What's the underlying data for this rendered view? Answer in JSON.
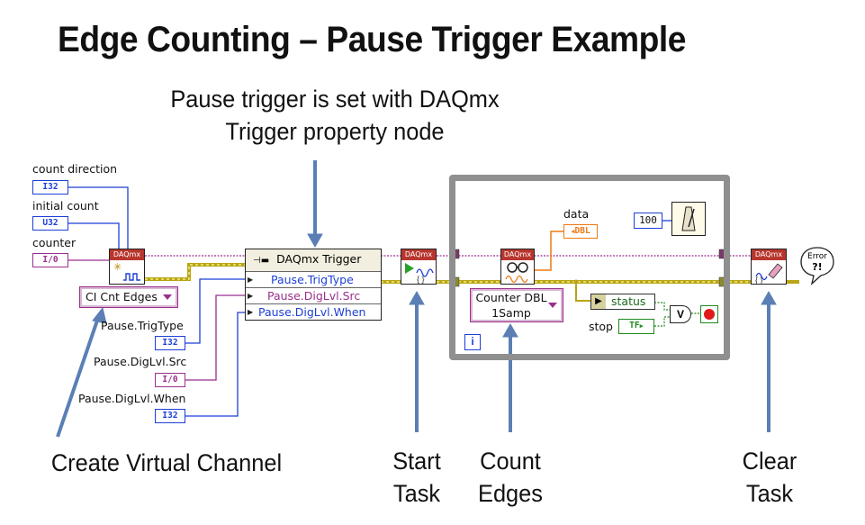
{
  "title": "Edge Counting – Pause Trigger Example",
  "annotations": {
    "pause_note_line1": "Pause trigger is set with DAQmx",
    "pause_note_line2": "Trigger property node",
    "create_channel": "Create Virtual Channel",
    "start_task_line1": "Start",
    "start_task_line2": "Task",
    "count_edges_line1": "Count",
    "count_edges_line2": "Edges",
    "clear_task_line1": "Clear",
    "clear_task_line2": "Task"
  },
  "controls": {
    "count_direction": {
      "label": "count direction",
      "type": "I32"
    },
    "initial_count": {
      "label": "initial count",
      "type": "U32"
    },
    "counter": {
      "label": "counter",
      "type": "I/0"
    },
    "pause_trig_type": {
      "label": "Pause.TrigType",
      "type": "I32"
    },
    "pause_diglvl_src": {
      "label": "Pause.DigLvl.Src",
      "type": "I/0"
    },
    "pause_diglvl_when": {
      "label": "Pause.DigLvl.When",
      "type": "I32"
    }
  },
  "create_channel_vi": {
    "header": "DAQmx",
    "polymorphic": "CI Cnt Edges"
  },
  "property_node": {
    "title": "DAQmx Trigger",
    "properties": [
      "Pause.TrigType",
      "Pause.DigLvl.Src",
      "Pause.DigLvl.When"
    ]
  },
  "start_vi": {
    "header": "DAQmx"
  },
  "read_vi": {
    "header": "DAQmx",
    "polymorphic_line1": "Counter DBL",
    "polymorphic_line2": "1Samp"
  },
  "clear_vi": {
    "header": "DAQmx"
  },
  "while_loop": {
    "data_label": "data",
    "data_type": "DBL",
    "wait_value": "100",
    "status_label": "status",
    "stop_label": "stop",
    "stop_type": "TF",
    "iteration": "i",
    "or_gate": "V"
  },
  "error_icon": {
    "line1": "Error",
    "line2": "?!"
  },
  "colors": {
    "int_wire": "#1c3fd6",
    "io_wire": "#9b2f8d",
    "dbl_wire": "#ee7a14",
    "bool_wire": "#1e8a1e",
    "error_wire": "#b8a515",
    "vi_header": "#b8362e",
    "arrow": "#5b7fb5",
    "loop_border": "#8f8f8f"
  }
}
